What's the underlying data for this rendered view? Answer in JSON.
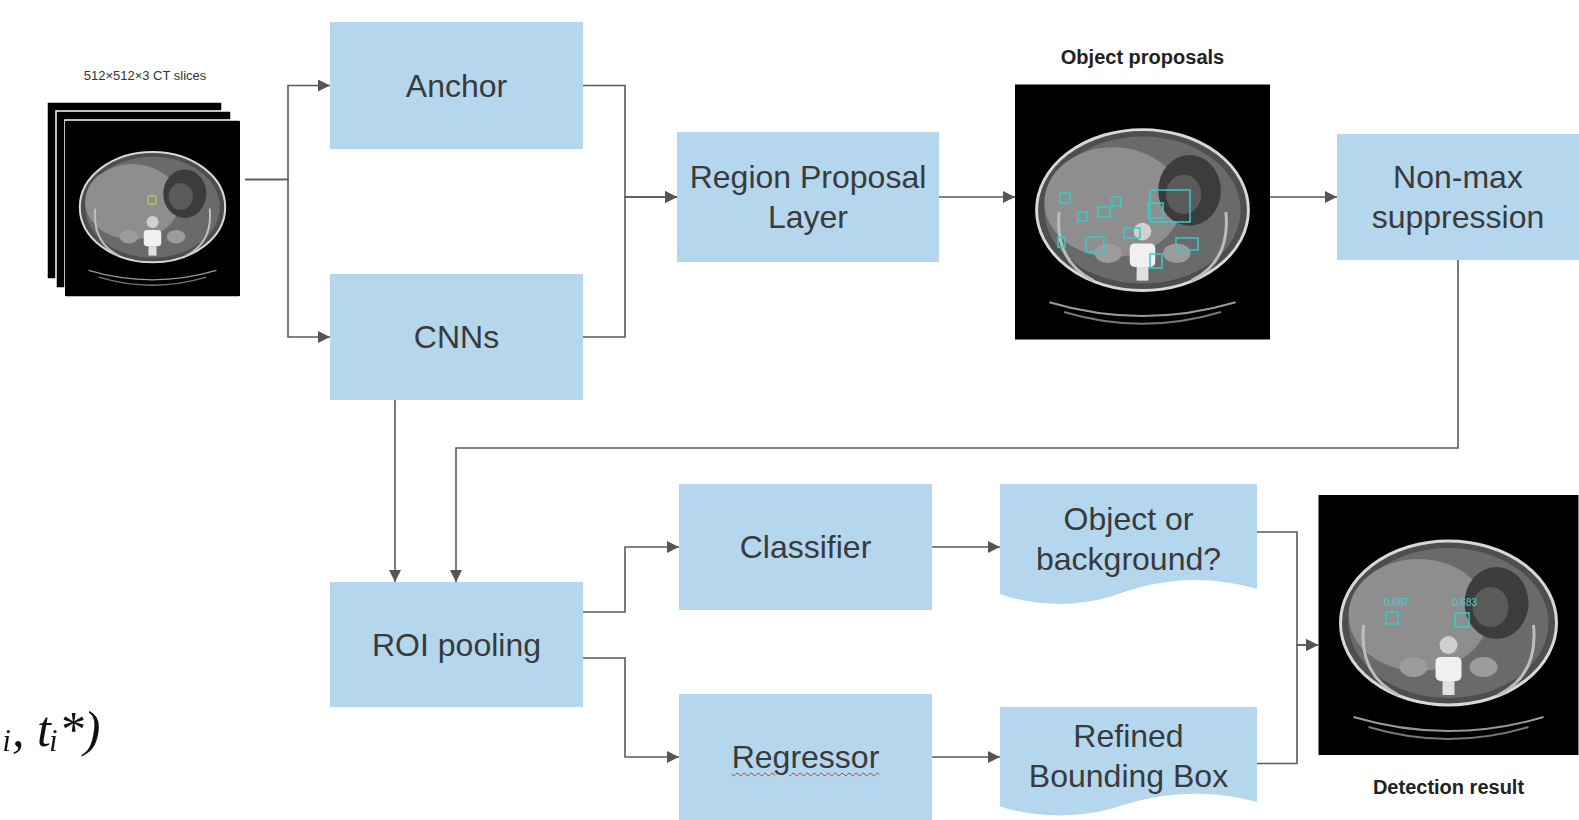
{
  "diagram": {
    "nodes": [
      {
        "text": [
          "512×512×3 CT slices"
        ]
      },
      {
        "text": [
          "Anchor"
        ]
      },
      {
        "text": [
          "Region Proposal Layer"
        ]
      },
      {
        "text": [
          "Object proposals"
        ]
      },
      {
        "text": [
          "Non-max suppression"
        ]
      },
      {
        "text": [
          "CNNs"
        ]
      },
      {
        "text": [
          "ROI pooling"
        ]
      },
      {
        "text": [
          "Classifier"
        ]
      },
      {
        "text": [
          "Object or background?"
        ]
      },
      {
        "text": [
          "Detection result"
        ]
      },
      {
        "text": [
          "Regressor"
        ]
      },
      {
        "text": [
          "Refined Bounding Box"
        ]
      }
    ],
    "edges": [
      {
        "from": 0,
        "to": 1,
        "arrow": "to"
      },
      {
        "from": 0,
        "to": 5,
        "arrow": "to"
      },
      {
        "from": 1,
        "to": 2,
        "arrow": "to"
      },
      {
        "from": 5,
        "to": 2,
        "arrow": "to"
      },
      {
        "from": 2,
        "to": 3,
        "arrow": "to"
      },
      {
        "from": 3,
        "to": 4,
        "arrow": "to"
      },
      {
        "from": 4,
        "to": 6,
        "arrow": "to"
      },
      {
        "from": 5,
        "to": 6,
        "arrow": "to"
      },
      {
        "from": 6,
        "to": 7,
        "arrow": "to"
      },
      {
        "from": 6,
        "to": 10,
        "arrow": "to"
      },
      {
        "from": 7,
        "to": 8,
        "arrow": "to"
      },
      {
        "from": 10,
        "to": 11,
        "arrow": "to"
      },
      {
        "from": 8,
        "to": 9,
        "arrow": "to"
      },
      {
        "from": 11,
        "to": 9,
        "arrow": "to"
      }
    ],
    "labels": [
      "0.687",
      "0.683",
      "ᵢ, tᵢ*)"
    ]
  }
}
